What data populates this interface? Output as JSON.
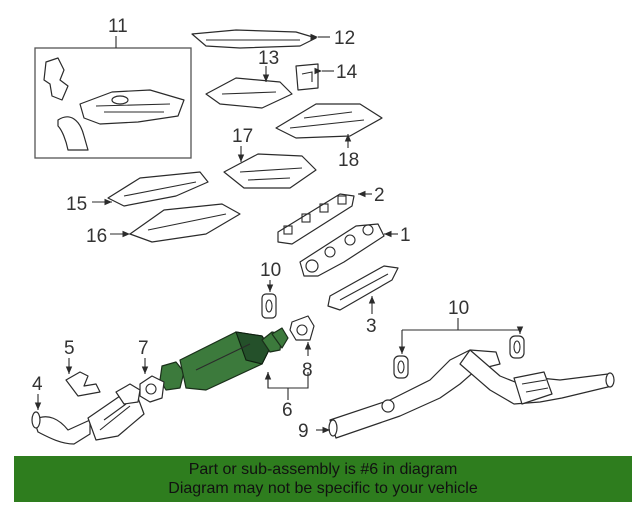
{
  "callouts": {
    "c1": "1",
    "c2": "2",
    "c3": "3",
    "c4": "4",
    "c5": "5",
    "c6": "6",
    "c7": "7",
    "c8": "8",
    "c9": "9",
    "c10a": "10",
    "c10b": "10",
    "c11": "11",
    "c12": "12",
    "c13": "13",
    "c14": "14",
    "c15": "15",
    "c16": "16",
    "c17": "17",
    "c18": "18"
  },
  "highlighted_part": "6",
  "colors": {
    "highlight": "#3c7a3c",
    "banner": "#2e7d1e"
  },
  "banner": {
    "line1": "Part or sub-assembly is #6 in diagram",
    "line2": "Diagram may not be specific to your vehicle"
  }
}
